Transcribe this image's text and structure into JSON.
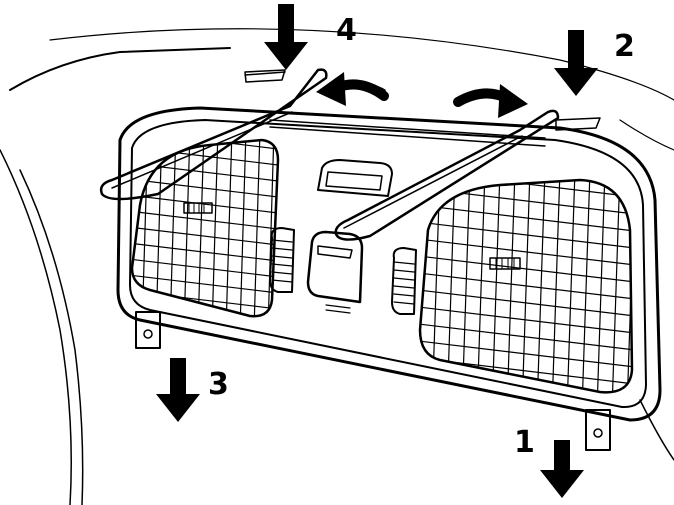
{
  "steps": [
    {
      "label": "1",
      "direction": "down"
    },
    {
      "label": "2",
      "direction": "down"
    },
    {
      "label": "3",
      "direction": "down"
    },
    {
      "label": "4",
      "direction": "down"
    }
  ],
  "colors": {
    "ink": "#000000",
    "background": "#ffffff"
  },
  "icons": [
    "down-arrow-icon",
    "curved-rotate-arrow-icon",
    "removal-tool-icon"
  ]
}
